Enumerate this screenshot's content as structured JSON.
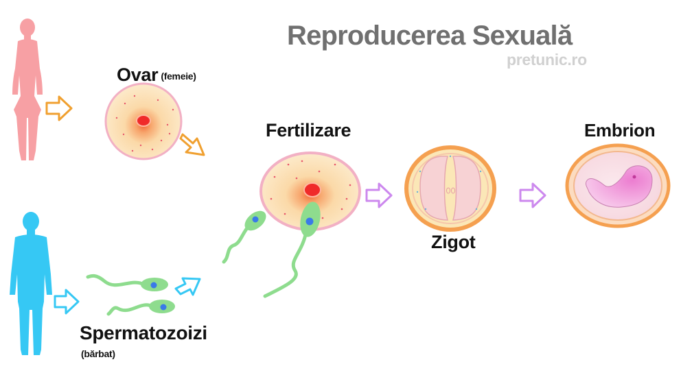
{
  "title": "Reproducerea Sexuală",
  "site": "pretunic.ro",
  "labels": {
    "ovar": "Ovar",
    "ovar_note": "(femeie)",
    "fertilizare": "Fertilizare",
    "zigot": "Zigot",
    "embrion": "Embrion",
    "spermatozoizi": "Spermatozoizi",
    "spermatozoizi_note": "(bărbat)"
  },
  "colors": {
    "female": "#f7a0a4",
    "male": "#36c8f4",
    "orange_arrow": "#f0a030",
    "blue_arrow": "#36c8f4",
    "purple_arrow": "#cc88ee",
    "egg_fill": "#fbe3bc",
    "egg_nucleus": "#f02a2a",
    "sperm_body": "#8edc8e",
    "sperm_nucleus": "#3a7ae8",
    "zygote_ring": "#f5a050",
    "embryo_pink": "#f0a0d8"
  }
}
